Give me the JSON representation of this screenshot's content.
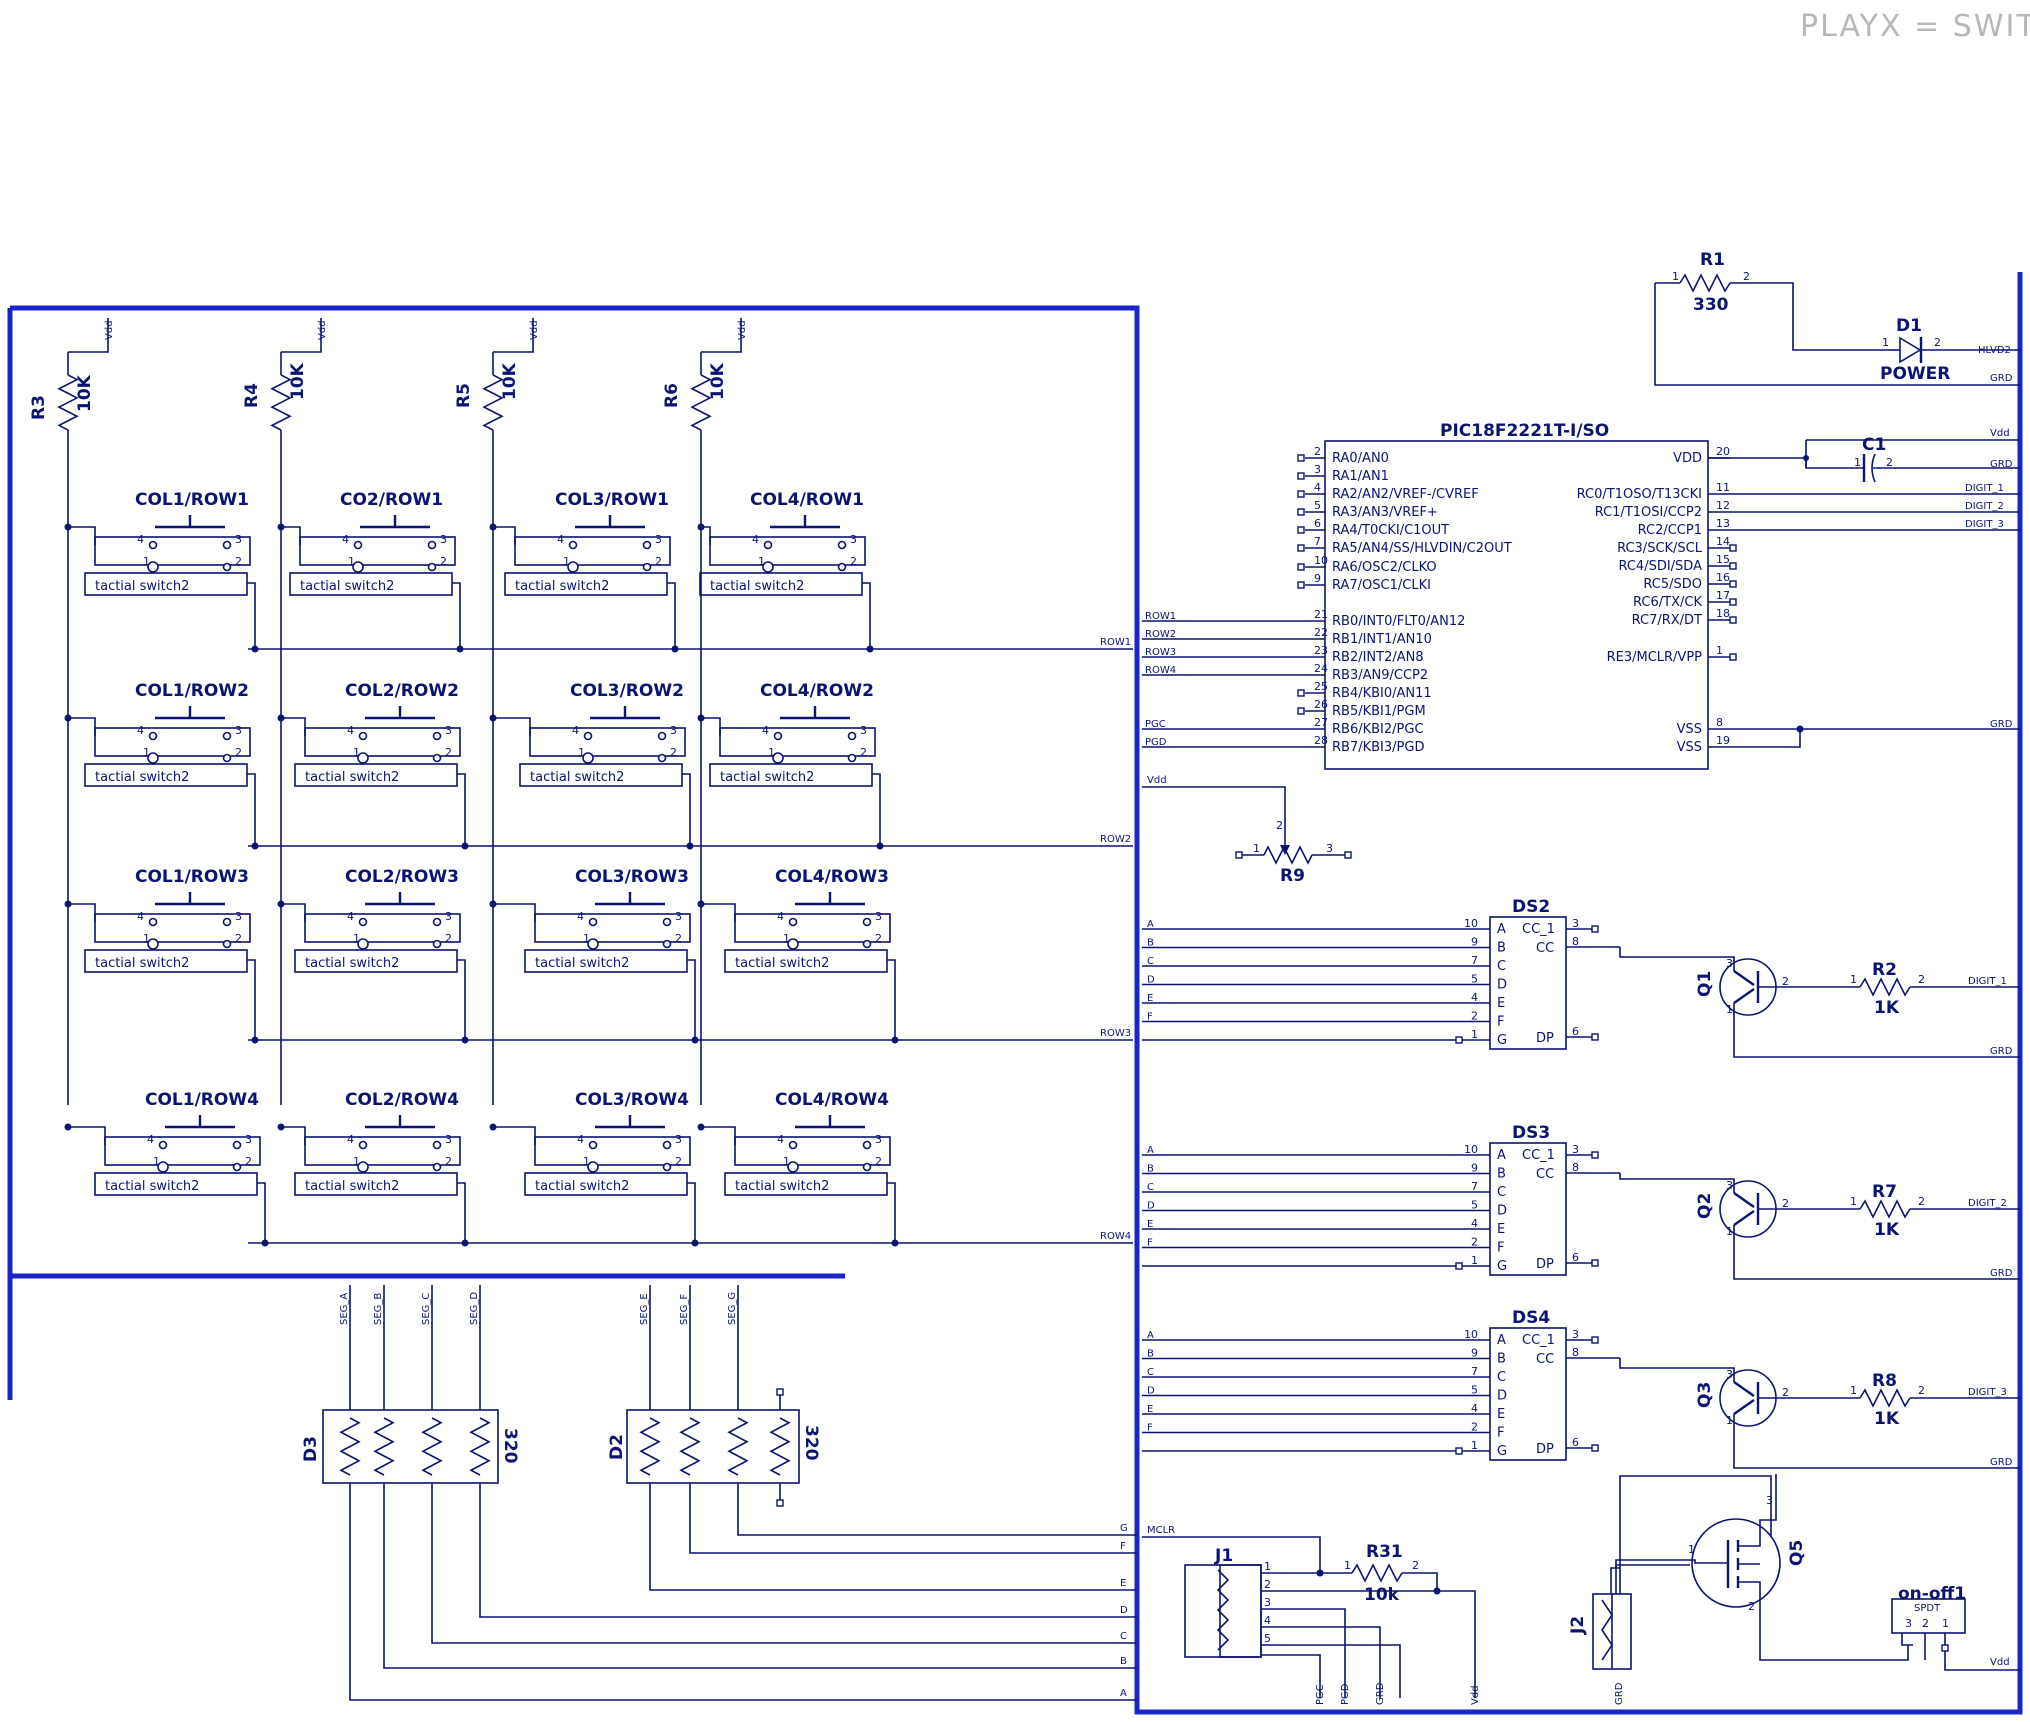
{
  "title": "PLAYX = SWITC",
  "colors": {
    "wire": "#0b1470",
    "frame": "#1a24c9",
    "title": "#b8b8b8"
  },
  "mcu": {
    "name": "PIC18F2221T-I/SO",
    "left_pins": [
      {
        "n": "2",
        "name": "RA0/AN0"
      },
      {
        "n": "3",
        "name": "RA1/AN1"
      },
      {
        "n": "4",
        "name": "RA2/AN2/VREF-/CVREF"
      },
      {
        "n": "5",
        "name": "RA3/AN3/VREF+"
      },
      {
        "n": "6",
        "name": "RA4/T0CKI/C1OUT"
      },
      {
        "n": "7",
        "name": "RA5/AN4/SS/HLVDIN/C2OUT"
      },
      {
        "n": "10",
        "name": "RA6/OSC2/CLKO"
      },
      {
        "n": "9",
        "name": "RA7/OSC1/CLKI"
      },
      {
        "n": "21",
        "name": "RB0/INT0/FLT0/AN12"
      },
      {
        "n": "22",
        "name": "RB1/INT1/AN10"
      },
      {
        "n": "23",
        "name": "RB2/INT2/AN8"
      },
      {
        "n": "24",
        "name": "RB3/AN9/CCP2"
      },
      {
        "n": "25",
        "name": "RB4/KBI0/AN11"
      },
      {
        "n": "26",
        "name": "RB5/KBI1/PGM"
      },
      {
        "n": "27",
        "name": "RB6/KBI2/PGC"
      },
      {
        "n": "28",
        "name": "RB7/KBI3/PGD"
      }
    ],
    "right_pins": [
      {
        "n": "20",
        "name": "VDD"
      },
      {
        "n": "11",
        "name": "RC0/T1OSO/T13CKI"
      },
      {
        "n": "12",
        "name": "RC1/T1OSI/CCP2"
      },
      {
        "n": "13",
        "name": "RC2/CCP1"
      },
      {
        "n": "14",
        "name": "RC3/SCK/SCL"
      },
      {
        "n": "15",
        "name": "RC4/SDI/SDA"
      },
      {
        "n": "16",
        "name": "RC5/SDO"
      },
      {
        "n": "17",
        "name": "RC6/TX/CK"
      },
      {
        "n": "18",
        "name": "RC7/RX/DT"
      },
      {
        "n": "1",
        "name": "RE3/MCLR/VPP"
      },
      {
        "n": "8",
        "name": "VSS"
      },
      {
        "n": "19",
        "name": "VSS"
      }
    ]
  },
  "switches": [
    [
      "COL1/ROW1",
      "CO2/ROW1",
      "COL3/ROW1",
      "COL4/ROW1"
    ],
    [
      "COL1/ROW2",
      "COL2/ROW2",
      "COL3/ROW2",
      "COL4/ROW2"
    ],
    [
      "COL1/ROW3",
      "COL2/ROW3",
      "COL3/ROW3",
      "COL4/ROW3"
    ],
    [
      "COL1/ROW4",
      "COL2/ROW4",
      "COL3/ROW4",
      "COL4/ROW4"
    ]
  ],
  "switch_type": "tactial switch2",
  "pullups": [
    {
      "ref": "R3",
      "value": "10K"
    },
    {
      "ref": "R4",
      "value": "10K"
    },
    {
      "ref": "R5",
      "value": "10K"
    },
    {
      "ref": "R6",
      "value": "10K"
    }
  ],
  "displays": [
    {
      "ref": "DS2",
      "pins": [
        "A",
        "B",
        "C",
        "D",
        "E",
        "F",
        "G"
      ],
      "pin_numbers": [
        "10",
        "9",
        "7",
        "5",
        "4",
        "2",
        "1"
      ],
      "cc1": "CC_1",
      "cc": "CC",
      "dp": "DP",
      "cc1_n": "3",
      "cc_n": "8",
      "dp_n": "6"
    },
    {
      "ref": "DS3",
      "pins": [
        "A",
        "B",
        "C",
        "D",
        "E",
        "F",
        "G"
      ],
      "pin_numbers": [
        "10",
        "9",
        "7",
        "5",
        "4",
        "2",
        "1"
      ],
      "cc1": "CC_1",
      "cc": "CC",
      "dp": "DP",
      "cc1_n": "3",
      "cc_n": "8",
      "dp_n": "6"
    },
    {
      "ref": "DS4",
      "pins": [
        "A",
        "B",
        "C",
        "D",
        "E",
        "F",
        "G"
      ],
      "pin_numbers": [
        "10",
        "9",
        "7",
        "5",
        "4",
        "2",
        "1"
      ],
      "cc1": "CC_1",
      "cc": "CC",
      "dp": "DP",
      "cc1_n": "3",
      "cc_n": "8",
      "dp_n": "6"
    }
  ],
  "transistors": [
    {
      "ref": "Q1",
      "res": "R2",
      "value": "1K",
      "digit": "DIGIT_1"
    },
    {
      "ref": "Q2",
      "res": "R7",
      "value": "1K",
      "digit": "DIGIT_2"
    },
    {
      "ref": "Q3",
      "res": "R8",
      "value": "1K",
      "digit": "DIGIT_3"
    }
  ],
  "r1": {
    "ref": "R1",
    "value": "330"
  },
  "d1": {
    "ref": "D1",
    "value": "POWER"
  },
  "c1": {
    "ref": "C1"
  },
  "r9": {
    "ref": "R9"
  },
  "d2": {
    "ref": "D2",
    "value": "320"
  },
  "d3": {
    "ref": "D3",
    "value": "320"
  },
  "j1": {
    "ref": "J1"
  },
  "j2": {
    "ref": "J2"
  },
  "r31": {
    "ref": "R31",
    "value": "10k"
  },
  "q5": {
    "ref": "Q5"
  },
  "onoff": {
    "ref": "on-off1",
    "type": "SPDT"
  },
  "nets": {
    "vdd": "Vdd",
    "grd": "GRD",
    "hlvd": "HLVD2",
    "row": [
      "ROW1",
      "ROW2",
      "ROW3",
      "ROW4"
    ],
    "pgc": "PGC",
    "pgd": "PGD",
    "mclr": "MCLR",
    "seg": [
      "SEG_A",
      "SEG_B",
      "SEG_C",
      "SEG_D",
      "SEG_E",
      "SEG_F",
      "SEG_G"
    ],
    "digit": [
      "DIGIT_1",
      "DIGIT_2",
      "DIGIT_3"
    ],
    "bottom_letters": [
      "G",
      "F",
      "E",
      "D",
      "C",
      "B",
      "A"
    ],
    "segs": [
      "A",
      "B",
      "C",
      "D",
      "E",
      "F"
    ],
    "j1_bottom": [
      "PGC",
      "PGD",
      "GRD",
      "Vdd"
    ]
  }
}
